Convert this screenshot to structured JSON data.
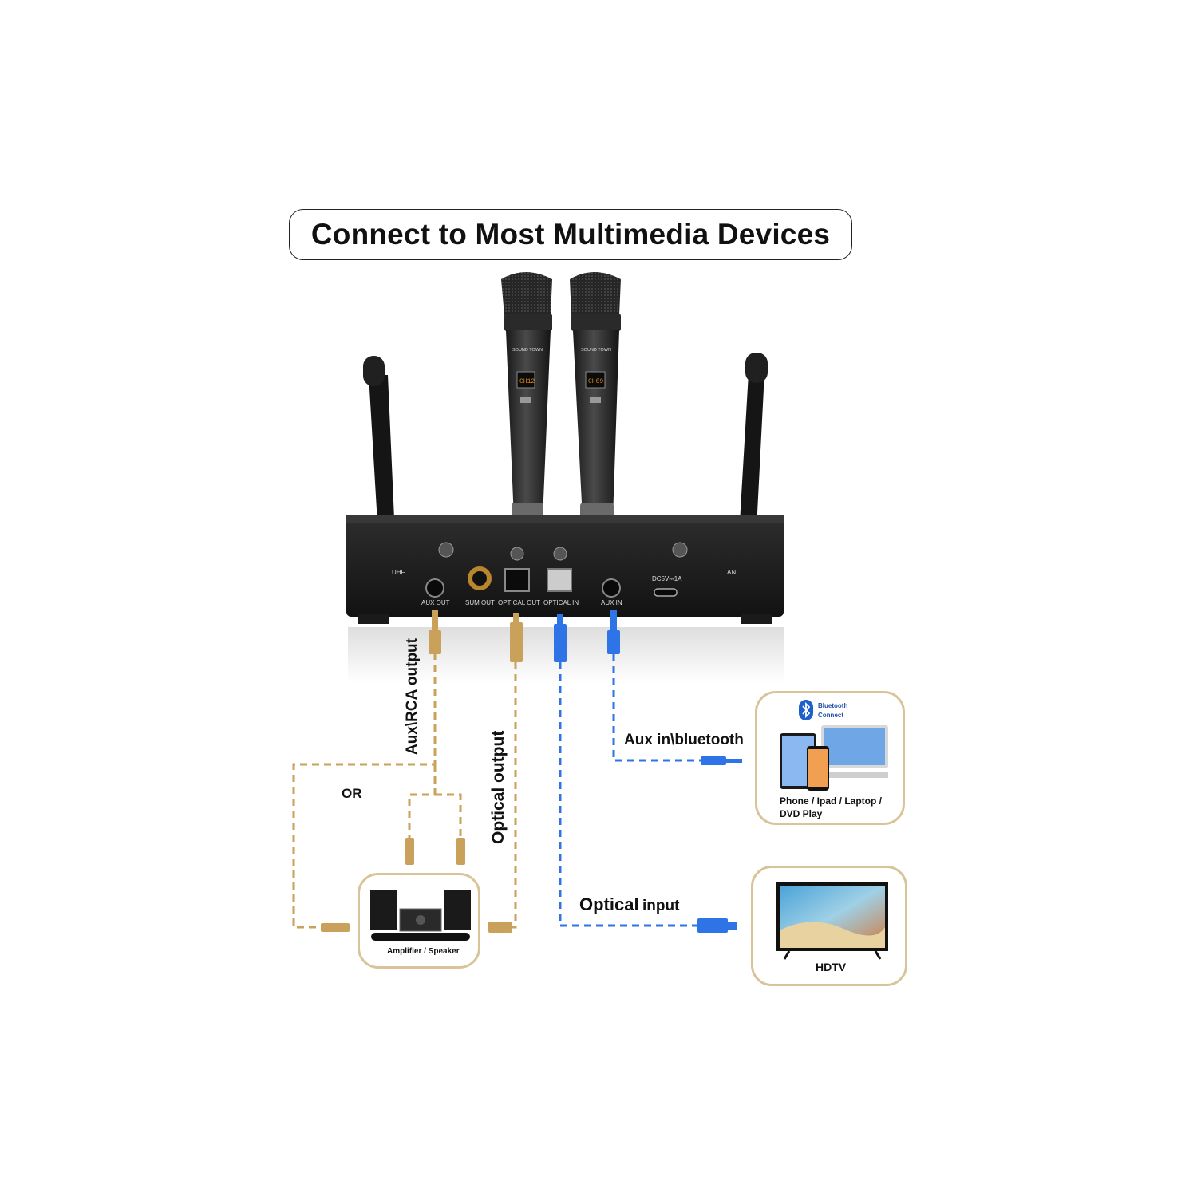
{
  "title": "Connect to Most Multimedia Devices",
  "colors": {
    "gold_cable": "#c9a15a",
    "blue_cable": "#2f74e6",
    "card_border": "#d9c49a",
    "receiver_body": "#1c1c1c"
  },
  "receiver": {
    "ports": [
      "AUX OUT",
      "SUM OUT",
      "OPTICAL OUT",
      "OPTICAL IN",
      "AUX IN"
    ],
    "power_label": "DC5V⎓1A",
    "antenna_left": "UHF",
    "antenna_right": "AN"
  },
  "microphones": {
    "brand": "SOUND TOWN",
    "display_left": "CH12",
    "display_right": "CH09"
  },
  "connections": {
    "aux_rca_output": "Aux\\RCA output",
    "optical_output": "Optical output",
    "or": "OR",
    "aux_in_bluetooth": "Aux in\\bluetooth",
    "optical_input_bold": "Optical",
    "optical_input_rest": "input"
  },
  "devices": {
    "amplifier": {
      "caption": "Amplifier / Speaker"
    },
    "phone": {
      "bluetooth_line1": "Bluetooth",
      "bluetooth_line2": "Connect",
      "caption_line1": "Phone / Ipad / Laptop /",
      "caption_line2": "DVD Play"
    },
    "tv": {
      "caption": "HDTV"
    }
  }
}
